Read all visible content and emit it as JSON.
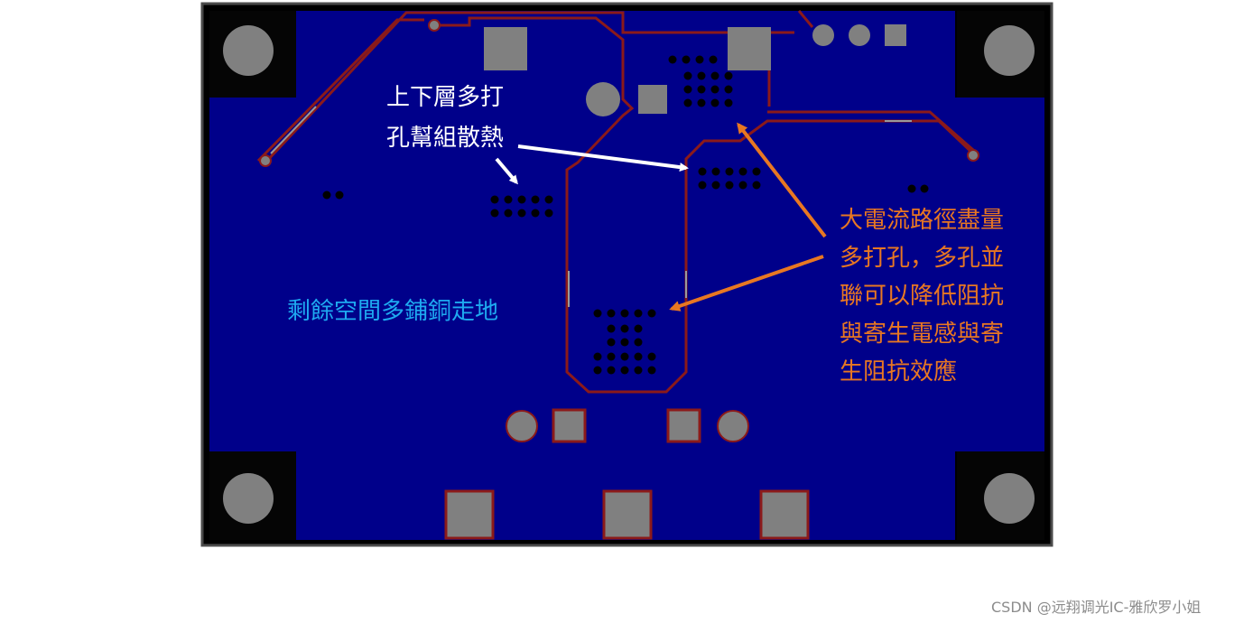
{
  "annotations": {
    "via_heat": {
      "lines": [
        "上下層多打",
        "孔幫組散熱"
      ],
      "color": "#ffffff"
    },
    "ground_fill": {
      "lines": [
        "剩餘空間多鋪銅走地"
      ],
      "color": "#1eaaf0"
    },
    "high_current": {
      "lines": [
        "大電流路徑盡量",
        "多打孔，多孔並",
        "聯可以降低阻抗",
        "與寄生電感與寄",
        "生阻抗效應"
      ],
      "color": "#e87722"
    }
  },
  "watermark": "CSDN @远翔调光IC-雅欣罗小姐",
  "colors": {
    "board_fill": "#00008a",
    "board_outline": "#3a3a3a",
    "corner_black": "#050505",
    "pad_gray": "#808080",
    "trace_red": "#8b1a1a",
    "via_black": "#000000",
    "arrow_white": "#ffffff",
    "arrow_orange": "#e87722"
  }
}
